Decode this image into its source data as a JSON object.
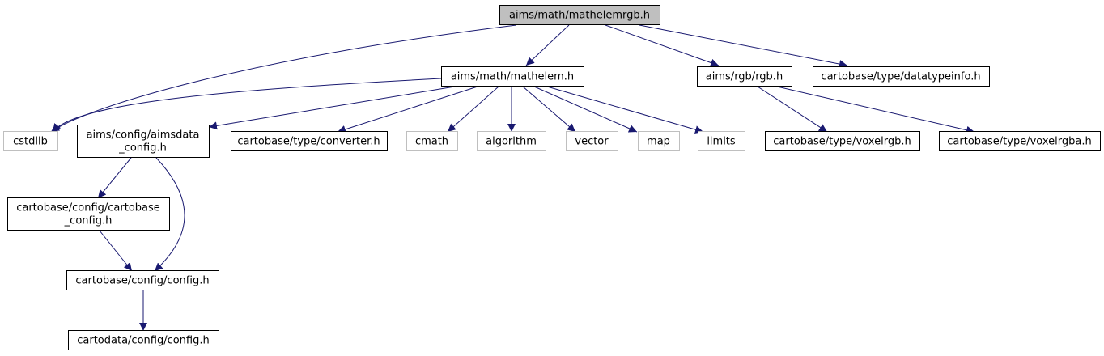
{
  "diagram": {
    "type": "include-dependency-graph",
    "colors": {
      "edge": "#191970",
      "node_border": "#000000",
      "external_border": "#bfbfbf",
      "root_fill": "#bfbfbf",
      "node_fill": "#ffffff",
      "text": "#000000"
    },
    "nodes": [
      {
        "id": "root",
        "lines": [
          "aims/math/mathelemrgb.h"
        ],
        "kind": "root"
      },
      {
        "id": "mathelem",
        "lines": [
          "aims/math/mathelem.h"
        ],
        "kind": "internal"
      },
      {
        "id": "rgb",
        "lines": [
          "aims/rgb/rgb.h"
        ],
        "kind": "internal"
      },
      {
        "id": "dtinfo",
        "lines": [
          "cartobase/type/datatypeinfo.h"
        ],
        "kind": "internal"
      },
      {
        "id": "cstdlib",
        "lines": [
          "cstdlib"
        ],
        "kind": "external"
      },
      {
        "id": "aimscfg",
        "lines": [
          "aims/config/aimsdata",
          "_config.h"
        ],
        "kind": "internal"
      },
      {
        "id": "converter",
        "lines": [
          "cartobase/type/converter.h"
        ],
        "kind": "internal"
      },
      {
        "id": "cmath",
        "lines": [
          "cmath"
        ],
        "kind": "external"
      },
      {
        "id": "algorithm",
        "lines": [
          "algorithm"
        ],
        "kind": "external"
      },
      {
        "id": "vector",
        "lines": [
          "vector"
        ],
        "kind": "external"
      },
      {
        "id": "map",
        "lines": [
          "map"
        ],
        "kind": "external"
      },
      {
        "id": "limits",
        "lines": [
          "limits"
        ],
        "kind": "external"
      },
      {
        "id": "voxelrgb",
        "lines": [
          "cartobase/type/voxelrgb.h"
        ],
        "kind": "internal"
      },
      {
        "id": "voxelrgba",
        "lines": [
          "cartobase/type/voxelrgba.h"
        ],
        "kind": "internal"
      },
      {
        "id": "cbcfg",
        "lines": [
          "cartobase/config/cartobase",
          "_config.h"
        ],
        "kind": "internal"
      },
      {
        "id": "cbconfig",
        "lines": [
          "cartobase/config/config.h"
        ],
        "kind": "internal"
      },
      {
        "id": "cdconfig",
        "lines": [
          "cartodata/config/config.h"
        ],
        "kind": "internal"
      }
    ],
    "edges": [
      {
        "from": "root",
        "to": "cstdlib"
      },
      {
        "from": "root",
        "to": "mathelem"
      },
      {
        "from": "root",
        "to": "rgb"
      },
      {
        "from": "root",
        "to": "dtinfo"
      },
      {
        "from": "mathelem",
        "to": "cstdlib"
      },
      {
        "from": "mathelem",
        "to": "aimscfg"
      },
      {
        "from": "mathelem",
        "to": "converter"
      },
      {
        "from": "mathelem",
        "to": "cmath"
      },
      {
        "from": "mathelem",
        "to": "algorithm"
      },
      {
        "from": "mathelem",
        "to": "vector"
      },
      {
        "from": "mathelem",
        "to": "map"
      },
      {
        "from": "mathelem",
        "to": "limits"
      },
      {
        "from": "rgb",
        "to": "voxelrgb"
      },
      {
        "from": "rgb",
        "to": "voxelrgba"
      },
      {
        "from": "aimscfg",
        "to": "cbcfg"
      },
      {
        "from": "aimscfg",
        "to": "cbconfig"
      },
      {
        "from": "cbcfg",
        "to": "cbconfig"
      },
      {
        "from": "cbconfig",
        "to": "cdconfig"
      }
    ]
  }
}
